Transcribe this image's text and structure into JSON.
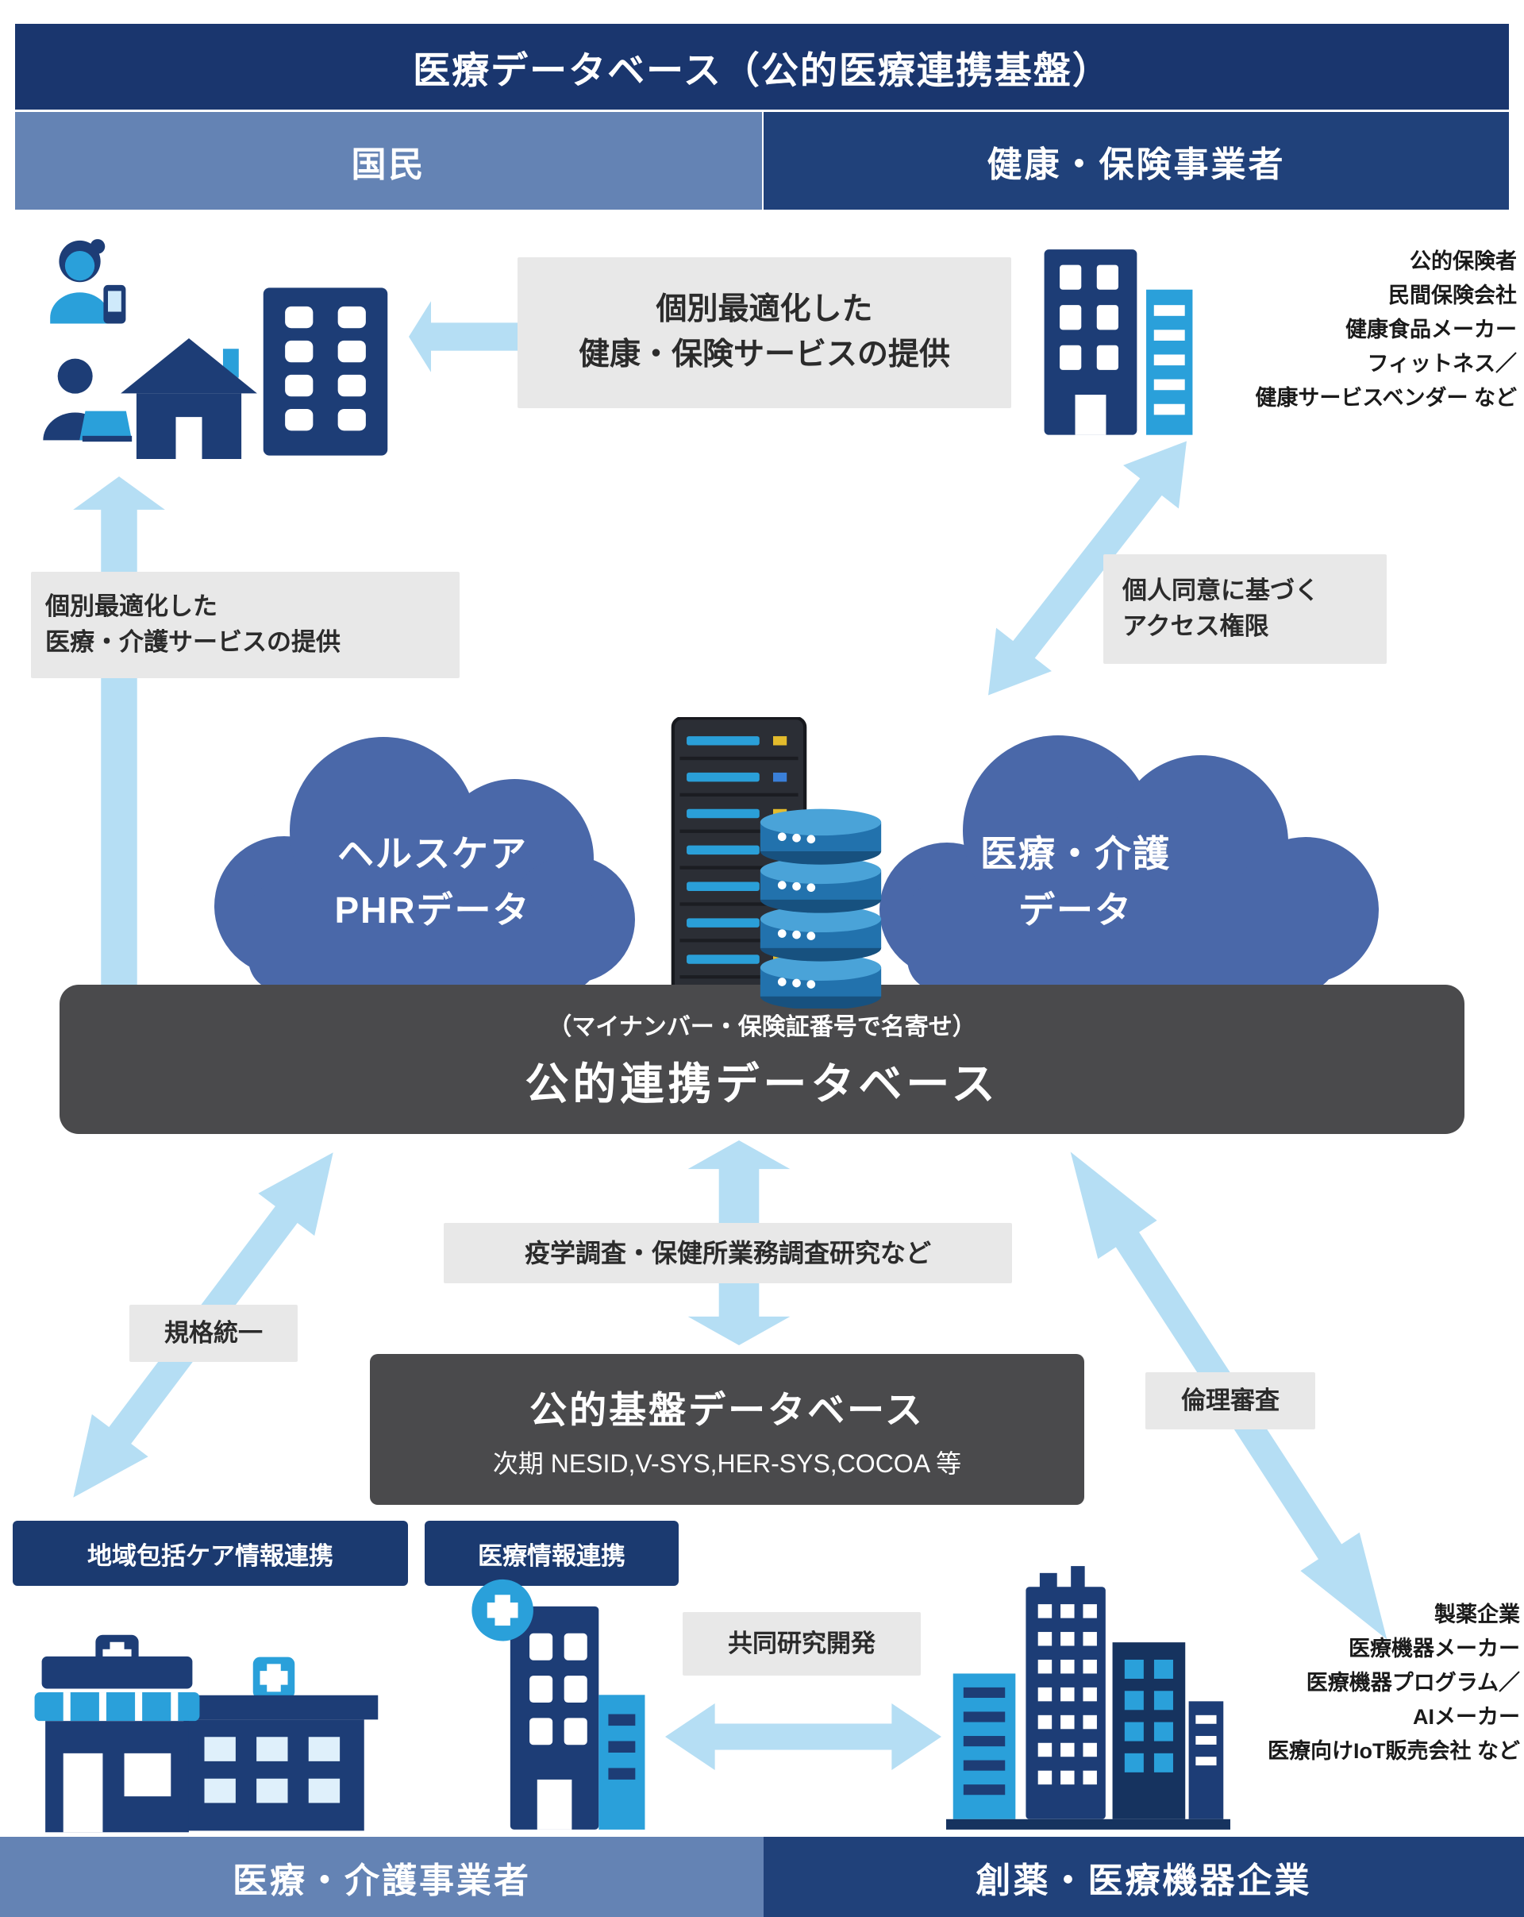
{
  "colors": {
    "navy_header": "#1a366e",
    "steel_blue": "#6483b4",
    "mid_navy": "#20417a",
    "accent_blue": "#2aa0da",
    "icon_navy": "#1d3d76",
    "cloud_blue": "#4a68a9",
    "arrow_blue": "#b5def4",
    "gray_box": "#e8e8e8",
    "dark_box": "#4a4a4c"
  },
  "header": {
    "title": "医療データベース（公的医療連携基盤）"
  },
  "sections": {
    "top_left": "国民",
    "top_right": "健康・保険事業者",
    "bottom_left": "医療・介護事業者",
    "bottom_right": "創薬・医療機器企業"
  },
  "boxes": {
    "health_service": {
      "line1": "個別最適化した",
      "line2": "健康・保険サービスの提供"
    },
    "care_service": {
      "line1": "個別最適化した",
      "line2": "医療・介護サービスの提供"
    },
    "consent": {
      "line1": "個人同意に基づく",
      "line2": "アクセス権限"
    },
    "epidemiology": "疫学調査・保健所業務調査研究など",
    "standardization": "規格統一",
    "ethics_review": "倫理審査",
    "joint_research": "共同研究開発"
  },
  "clouds": {
    "phr": {
      "line1": "ヘルスケア",
      "line2": "PHRデータ"
    },
    "medical": {
      "line1": "医療・介護",
      "line2": "データ"
    }
  },
  "linked_db": {
    "note": "（マイナンバー・保険証番号で名寄せ）",
    "title": "公的連携データベース"
  },
  "public_db": {
    "title": "公的基盤データベース",
    "subtitle": "次期 NESID,V-SYS,HER-SYS,COCOA 等"
  },
  "tags": {
    "regional_care": "地域包括ケア情報連携",
    "medical_info": "医療情報連携"
  },
  "insurer_list": [
    "公的保険者",
    "民間保険会社",
    "健康食品メーカー",
    "フィットネス／",
    "健康サービスベンダー など"
  ],
  "pharma_list": [
    "製薬企業",
    "医療機器メーカー",
    "医療機器プログラム／",
    "AIメーカー",
    "医療向けIoT販売会社 など"
  ],
  "icons": {
    "citizens": [
      "woman-phone-icon",
      "man-laptop-icon",
      "house-icon",
      "office-building-icon"
    ],
    "insurers": "insurer-buildings-icon",
    "infrastructure": [
      "server-rack-icon",
      "database-cylinder-icon"
    ],
    "care_providers": [
      "clinic-storefront-icon",
      "care-facility-icon",
      "hospital-icon"
    ],
    "pharma": "pharma-buildings-icon"
  }
}
